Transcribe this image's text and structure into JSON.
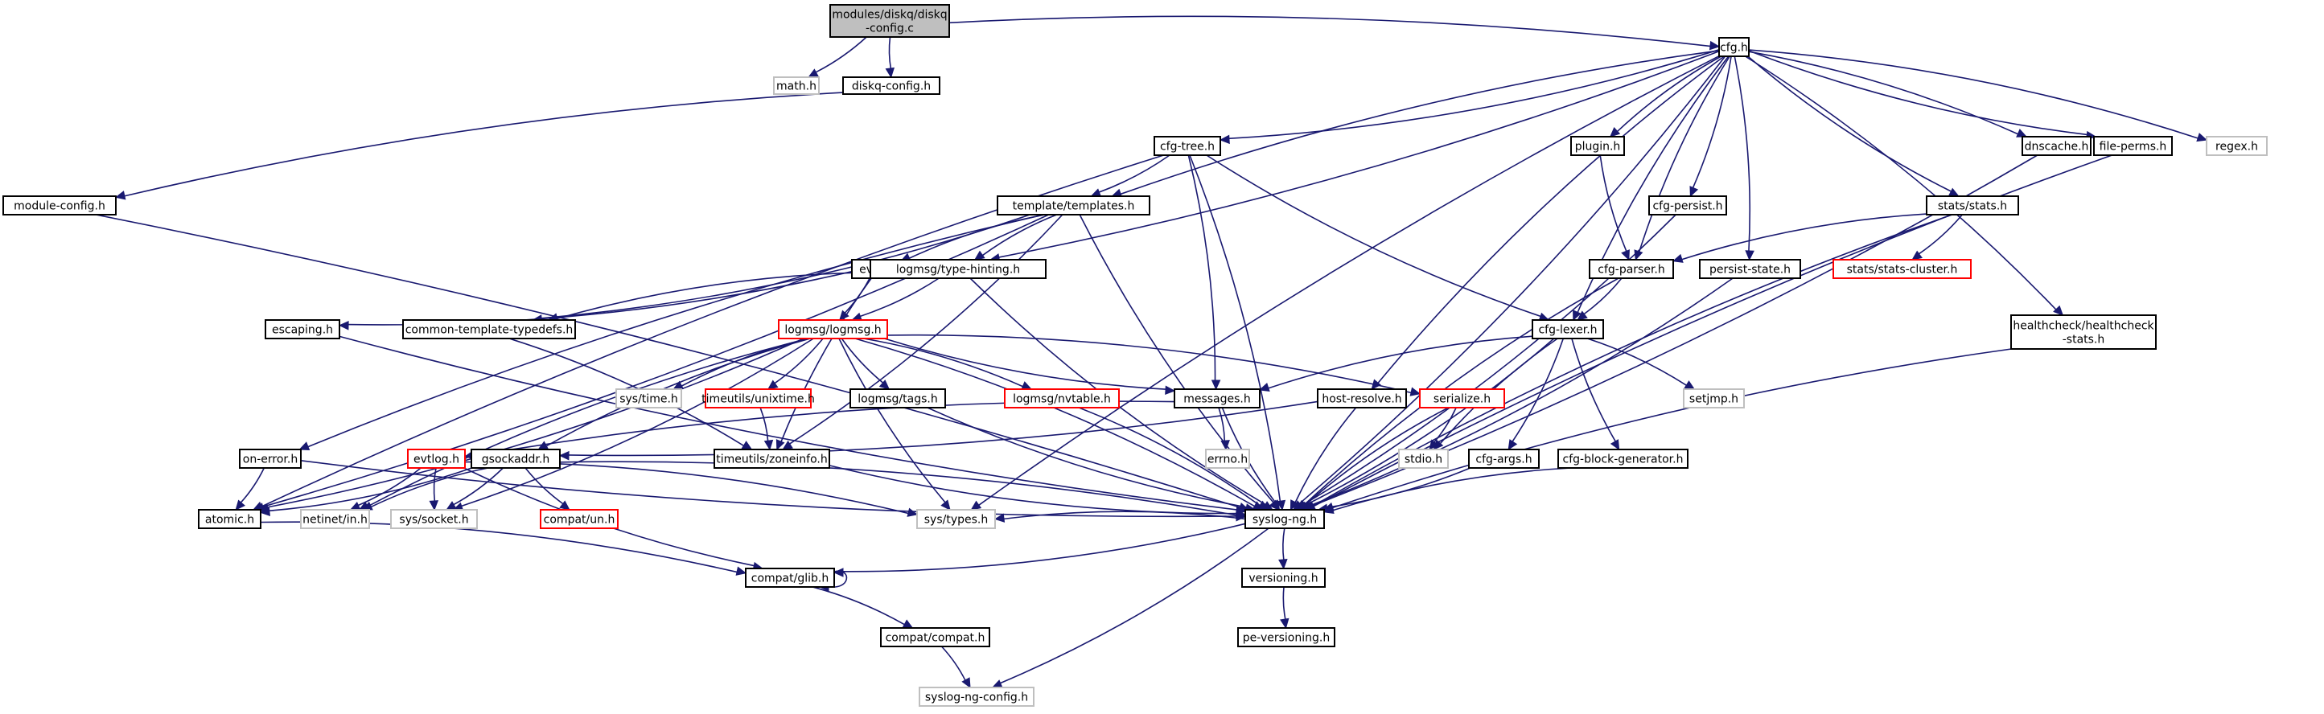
{
  "title": "Include dependency graph for modules/diskq/diskq-config.c",
  "colors": {
    "edge": "#191970",
    "root_fill": "#bfbfbf",
    "documented_border": "#000000",
    "undocumented_border": "#ff0000",
    "external_border": "#bfbfbf"
  },
  "nodes": [
    {
      "id": "root",
      "label": [
        "modules/diskq/diskq",
        "-config.c"
      ],
      "kind": "root"
    },
    {
      "id": "math",
      "label": [
        "math.h"
      ],
      "kind": "external"
    },
    {
      "id": "diskqconfig",
      "label": [
        "diskq-config.h"
      ],
      "kind": "documented"
    },
    {
      "id": "cfg",
      "label": [
        "cfg.h"
      ],
      "kind": "documented"
    },
    {
      "id": "cfgtree",
      "label": [
        "cfg-tree.h"
      ],
      "kind": "documented"
    },
    {
      "id": "plugin",
      "label": [
        "plugin.h"
      ],
      "kind": "documented"
    },
    {
      "id": "dnscache",
      "label": [
        "dnscache.h"
      ],
      "kind": "documented"
    },
    {
      "id": "fileperms",
      "label": [
        "file-perms.h"
      ],
      "kind": "documented"
    },
    {
      "id": "regex",
      "label": [
        "regex.h"
      ],
      "kind": "external"
    },
    {
      "id": "moduleconfig",
      "label": [
        "module-config.h"
      ],
      "kind": "documented"
    },
    {
      "id": "templates",
      "label": [
        "template/templates.h"
      ],
      "kind": "documented"
    },
    {
      "id": "cfgpersist",
      "label": [
        "cfg-persist.h"
      ],
      "kind": "documented"
    },
    {
      "id": "stats",
      "label": [
        "stats/stats.h"
      ],
      "kind": "documented"
    },
    {
      "id": "eval",
      "label": [
        "eval.h"
      ],
      "kind": "documented"
    },
    {
      "id": "typehinting",
      "label": [
        "logmsg/type-hinting.h"
      ],
      "kind": "documented"
    },
    {
      "id": "cfgparser",
      "label": [
        "cfg-parser.h"
      ],
      "kind": "documented"
    },
    {
      "id": "persiststate",
      "label": [
        "persist-state.h"
      ],
      "kind": "documented"
    },
    {
      "id": "statscluster",
      "label": [
        "stats/stats-cluster.h"
      ],
      "kind": "undocumented"
    },
    {
      "id": "escaping",
      "label": [
        "escaping.h"
      ],
      "kind": "documented"
    },
    {
      "id": "commontt",
      "label": [
        "common-template-typedefs.h"
      ],
      "kind": "documented"
    },
    {
      "id": "logmsg",
      "label": [
        "logmsg/logmsg.h"
      ],
      "kind": "undocumented"
    },
    {
      "id": "cfglexer",
      "label": [
        "cfg-lexer.h"
      ],
      "kind": "documented"
    },
    {
      "id": "healthcheck",
      "label": [
        "healthcheck/healthcheck",
        "-stats.h"
      ],
      "kind": "documented"
    },
    {
      "id": "systime",
      "label": [
        "sys/time.h"
      ],
      "kind": "external"
    },
    {
      "id": "unixtime",
      "label": [
        "timeutils/unixtime.h"
      ],
      "kind": "undocumented"
    },
    {
      "id": "tags",
      "label": [
        "logmsg/tags.h"
      ],
      "kind": "documented"
    },
    {
      "id": "nvtable",
      "label": [
        "logmsg/nvtable.h"
      ],
      "kind": "undocumented"
    },
    {
      "id": "messages",
      "label": [
        "messages.h"
      ],
      "kind": "documented"
    },
    {
      "id": "hostresolve",
      "label": [
        "host-resolve.h"
      ],
      "kind": "documented"
    },
    {
      "id": "serialize",
      "label": [
        "serialize.h"
      ],
      "kind": "undocumented"
    },
    {
      "id": "setjmp",
      "label": [
        "setjmp.h"
      ],
      "kind": "external"
    },
    {
      "id": "onerror",
      "label": [
        "on-error.h"
      ],
      "kind": "documented"
    },
    {
      "id": "evtlog",
      "label": [
        "evtlog.h"
      ],
      "kind": "undocumented"
    },
    {
      "id": "gsockaddr",
      "label": [
        "gsockaddr.h"
      ],
      "kind": "documented"
    },
    {
      "id": "zoneinfo",
      "label": [
        "timeutils/zoneinfo.h"
      ],
      "kind": "documented"
    },
    {
      "id": "errno",
      "label": [
        "errno.h"
      ],
      "kind": "external"
    },
    {
      "id": "stdio",
      "label": [
        "stdio.h"
      ],
      "kind": "external"
    },
    {
      "id": "cfgargs",
      "label": [
        "cfg-args.h"
      ],
      "kind": "documented"
    },
    {
      "id": "cfgblockgen",
      "label": [
        "cfg-block-generator.h"
      ],
      "kind": "documented"
    },
    {
      "id": "atomic",
      "label": [
        "atomic.h"
      ],
      "kind": "documented"
    },
    {
      "id": "netinetin",
      "label": [
        "netinet/in.h"
      ],
      "kind": "external"
    },
    {
      "id": "syssocket",
      "label": [
        "sys/socket.h"
      ],
      "kind": "external"
    },
    {
      "id": "compatun",
      "label": [
        "compat/un.h"
      ],
      "kind": "undocumented"
    },
    {
      "id": "systypes",
      "label": [
        "sys/types.h"
      ],
      "kind": "external"
    },
    {
      "id": "syslogng",
      "label": [
        "syslog-ng.h"
      ],
      "kind": "documented"
    },
    {
      "id": "compatglib",
      "label": [
        "compat/glib.h"
      ],
      "kind": "documented"
    },
    {
      "id": "versioning",
      "label": [
        "versioning.h"
      ],
      "kind": "documented"
    },
    {
      "id": "compatcompat",
      "label": [
        "compat/compat.h"
      ],
      "kind": "documented"
    },
    {
      "id": "peversioning",
      "label": [
        "pe-versioning.h"
      ],
      "kind": "documented"
    },
    {
      "id": "syslogngconfig",
      "label": [
        "syslog-ng-config.h"
      ],
      "kind": "external"
    }
  ],
  "edges": [
    [
      "root",
      "math"
    ],
    [
      "root",
      "diskqconfig"
    ],
    [
      "root",
      "cfg"
    ],
    [
      "diskqconfig",
      "moduleconfig"
    ],
    [
      "cfg",
      "cfgtree"
    ],
    [
      "cfg",
      "plugin"
    ],
    [
      "cfg",
      "dnscache"
    ],
    [
      "cfg",
      "fileperms"
    ],
    [
      "cfg",
      "regex"
    ],
    [
      "cfg",
      "templates"
    ],
    [
      "cfg",
      "cfgpersist"
    ],
    [
      "cfg",
      "stats"
    ],
    [
      "cfg",
      "typehinting"
    ],
    [
      "cfg",
      "cfgparser"
    ],
    [
      "cfg",
      "persiststate"
    ],
    [
      "cfg",
      "cfglexer"
    ],
    [
      "cfg",
      "healthcheck"
    ],
    [
      "cfg",
      "hostresolve"
    ],
    [
      "cfg",
      "syslogng"
    ],
    [
      "cfg",
      "systypes"
    ],
    [
      "cfgtree",
      "templates"
    ],
    [
      "cfgtree",
      "atomic"
    ],
    [
      "cfgtree",
      "messages"
    ],
    [
      "cfgtree",
      "cfglexer"
    ],
    [
      "cfgtree",
      "syslogng"
    ],
    [
      "plugin",
      "cfgparser"
    ],
    [
      "dnscache",
      "syslogng"
    ],
    [
      "fileperms",
      "syslogng"
    ],
    [
      "moduleconfig",
      "syslogng"
    ],
    [
      "templates",
      "eval"
    ],
    [
      "templates",
      "commontt"
    ],
    [
      "templates",
      "typehinting"
    ],
    [
      "templates",
      "atomic"
    ],
    [
      "templates",
      "onerror"
    ],
    [
      "templates",
      "zoneinfo"
    ],
    [
      "templates",
      "syslogng"
    ],
    [
      "cfgpersist",
      "syslogng"
    ],
    [
      "stats",
      "cfgparser"
    ],
    [
      "stats",
      "statscluster"
    ],
    [
      "stats",
      "syslogng"
    ],
    [
      "eval",
      "escaping"
    ],
    [
      "eval",
      "commontt"
    ],
    [
      "eval",
      "logmsg"
    ],
    [
      "eval",
      "zoneinfo"
    ],
    [
      "typehinting",
      "logmsg"
    ],
    [
      "typehinting",
      "syslogng"
    ],
    [
      "cfgparser",
      "cfglexer"
    ],
    [
      "cfgparser",
      "syslogng"
    ],
    [
      "persiststate",
      "syslogng"
    ],
    [
      "escaping",
      "syslogng"
    ],
    [
      "commontt",
      "zoneinfo"
    ],
    [
      "logmsg",
      "systime"
    ],
    [
      "logmsg",
      "unixtime"
    ],
    [
      "logmsg",
      "tags"
    ],
    [
      "logmsg",
      "nvtable"
    ],
    [
      "logmsg",
      "messages"
    ],
    [
      "logmsg",
      "serialize"
    ],
    [
      "logmsg",
      "gsockaddr"
    ],
    [
      "logmsg",
      "atomic"
    ],
    [
      "logmsg",
      "netinetin"
    ],
    [
      "logmsg",
      "syssocket"
    ],
    [
      "logmsg",
      "systypes"
    ],
    [
      "logmsg",
      "syslogng"
    ],
    [
      "cfglexer",
      "messages"
    ],
    [
      "cfglexer",
      "setjmp"
    ],
    [
      "cfglexer",
      "stdio"
    ],
    [
      "cfglexer",
      "cfgargs"
    ],
    [
      "cfglexer",
      "cfgblockgen"
    ],
    [
      "cfglexer",
      "syslogng"
    ],
    [
      "healthcheck",
      "syslogng"
    ],
    [
      "unixtime",
      "zoneinfo"
    ],
    [
      "tags",
      "syslogng"
    ],
    [
      "nvtable",
      "syslogng"
    ],
    [
      "messages",
      "evtlog"
    ],
    [
      "messages",
      "errno"
    ],
    [
      "messages",
      "syslogng"
    ],
    [
      "hostresolve",
      "gsockaddr"
    ],
    [
      "hostresolve",
      "syslogng"
    ],
    [
      "serialize",
      "stdio"
    ],
    [
      "serialize",
      "syslogng"
    ],
    [
      "onerror",
      "atomic"
    ],
    [
      "onerror",
      "syslogng"
    ],
    [
      "evtlog",
      "netinetin"
    ],
    [
      "evtlog",
      "syssocket"
    ],
    [
      "evtlog",
      "systypes"
    ],
    [
      "evtlog",
      "compatglib"
    ],
    [
      "gsockaddr",
      "atomic"
    ],
    [
      "gsockaddr",
      "netinetin"
    ],
    [
      "gsockaddr",
      "syssocket"
    ],
    [
      "gsockaddr",
      "compatun"
    ],
    [
      "gsockaddr",
      "syslogng"
    ],
    [
      "zoneinfo",
      "syslogng"
    ],
    [
      "cfgargs",
      "syslogng"
    ],
    [
      "cfgblockgen",
      "syslogng"
    ],
    [
      "atomic",
      "compatglib"
    ],
    [
      "syslogng",
      "systypes"
    ],
    [
      "syslogng",
      "compatglib"
    ],
    [
      "syslogng",
      "versioning"
    ],
    [
      "syslogng",
      "syslogngconfig"
    ],
    [
      "compatglib",
      "compatglib"
    ],
    [
      "compatglib",
      "compatcompat"
    ],
    [
      "versioning",
      "peversioning"
    ],
    [
      "compatcompat",
      "syslogngconfig"
    ]
  ]
}
